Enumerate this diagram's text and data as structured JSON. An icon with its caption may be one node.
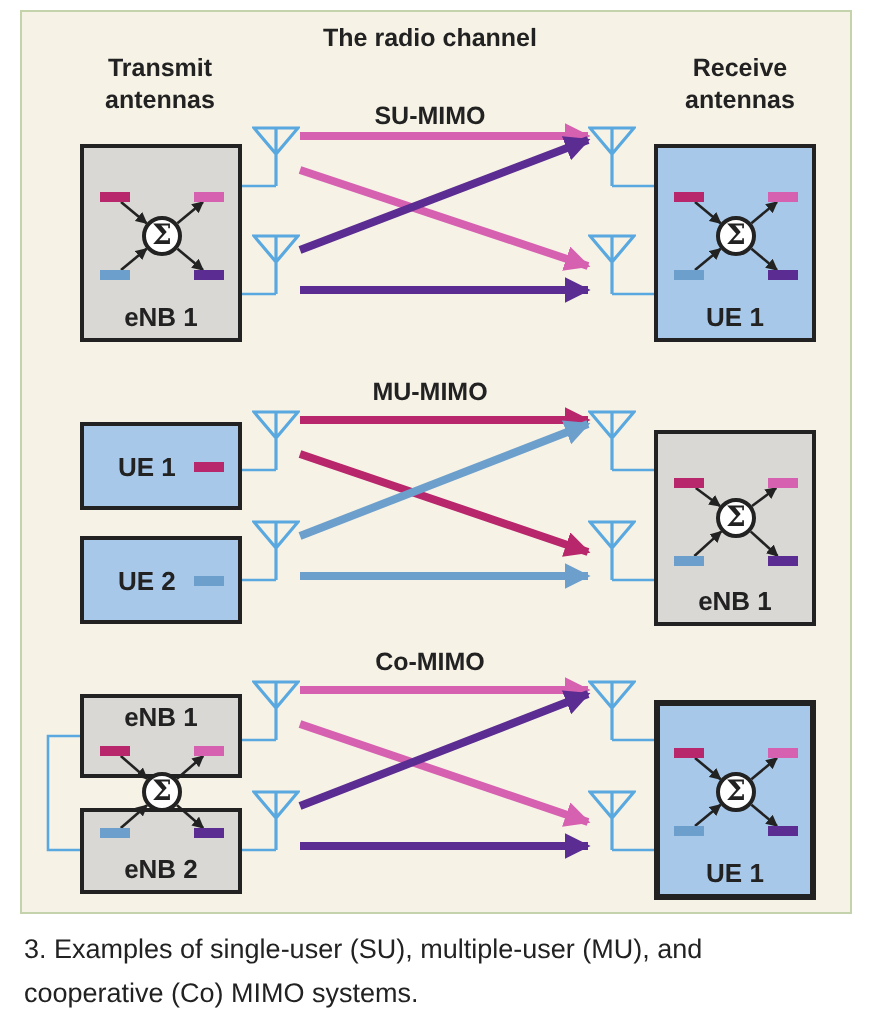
{
  "diagram": {
    "caption": "3. Examples of single-user (SU), multiple-user (MU), and cooperative (Co) MIMO systems.",
    "nodes": [
      {
        "text": [
          "eNB 1"
        ]
      },
      {
        "text": [
          "Σ"
        ],
        "in": 0
      },
      {
        "text": [],
        "shape": "bar",
        "in": 0
      },
      {
        "text": [],
        "shape": "bar",
        "in": 0
      },
      {
        "text": [],
        "shape": "bar",
        "in": 0
      },
      {
        "text": [],
        "shape": "bar",
        "in": 0
      },
      {
        "text": [],
        "shape": "antenna"
      },
      {
        "text": [],
        "shape": "antenna"
      },
      {
        "text": [],
        "shape": "antenna"
      },
      {
        "text": [],
        "shape": "antenna"
      },
      {
        "text": [
          "UE 1"
        ]
      },
      {
        "text": [
          "Σ"
        ],
        "in": 10
      },
      {
        "text": [],
        "shape": "bar",
        "in": 10
      },
      {
        "text": [],
        "shape": "bar",
        "in": 10
      },
      {
        "text": [],
        "shape": "bar",
        "in": 10
      },
      {
        "text": [],
        "shape": "bar",
        "in": 10
      },
      {
        "text": [
          "UE 1"
        ]
      },
      {
        "text": [],
        "shape": "bar",
        "in": 16
      },
      {
        "text": [
          "UE 2"
        ]
      },
      {
        "text": [],
        "shape": "bar",
        "in": 18
      },
      {
        "text": [],
        "shape": "antenna"
      },
      {
        "text": [],
        "shape": "antenna"
      },
      {
        "text": [],
        "shape": "antenna"
      },
      {
        "text": [],
        "shape": "antenna"
      },
      {
        "text": [
          "eNB 1"
        ]
      },
      {
        "text": [
          "Σ"
        ],
        "in": 24
      },
      {
        "text": [],
        "shape": "bar",
        "in": 24
      },
      {
        "text": [],
        "shape": "bar",
        "in": 24
      },
      {
        "text": [],
        "shape": "bar",
        "in": 24
      },
      {
        "text": [],
        "shape": "bar",
        "in": 24
      },
      {
        "text": [
          "eNB 1"
        ]
      },
      {
        "text": [
          "eNB 2"
        ]
      },
      {
        "text": [
          "Σ"
        ]
      },
      {
        "text": [],
        "shape": "bar",
        "in": 30
      },
      {
        "text": [],
        "shape": "bar",
        "in": 30
      },
      {
        "text": [],
        "shape": "bar",
        "in": 31
      },
      {
        "text": [],
        "shape": "bar",
        "in": 31
      },
      {
        "text": [],
        "shape": "antenna"
      },
      {
        "text": [],
        "shape": "antenna"
      },
      {
        "text": [],
        "shape": "antenna"
      },
      {
        "text": [],
        "shape": "antenna"
      },
      {
        "text": [
          "UE 1"
        ]
      },
      {
        "text": [
          "Σ"
        ],
        "in": 41
      },
      {
        "text": [],
        "shape": "bar",
        "in": 41
      },
      {
        "text": [],
        "shape": "bar",
        "in": 41
      },
      {
        "text": [],
        "shape": "bar",
        "in": 41
      },
      {
        "text": [],
        "shape": "bar",
        "in": 41
      }
    ],
    "edges": [
      {
        "from": 2,
        "to": 1,
        "arrow": "to"
      },
      {
        "from": 4,
        "to": 1,
        "arrow": "to"
      },
      {
        "from": 1,
        "to": 3,
        "arrow": "to"
      },
      {
        "from": 1,
        "to": 5,
        "arrow": "to"
      },
      {
        "from": 0,
        "to": 6,
        "arrow": "none",
        "color": "#5aa8e0"
      },
      {
        "from": 0,
        "to": 7,
        "arrow": "none",
        "color": "#5aa8e0"
      },
      {
        "from": 6,
        "to": 8,
        "arrow": "to",
        "style": "thick",
        "color": "#d661b0"
      },
      {
        "from": 6,
        "to": 9,
        "arrow": "to",
        "style": "thick",
        "color": "#d661b0"
      },
      {
        "from": 7,
        "to": 8,
        "arrow": "to",
        "style": "thick",
        "color": "#5b2c91"
      },
      {
        "from": 7,
        "to": 9,
        "arrow": "to",
        "style": "thick",
        "color": "#5b2c91"
      },
      {
        "from": 8,
        "to": 10,
        "arrow": "none",
        "color": "#5aa8e0"
      },
      {
        "from": 9,
        "to": 10,
        "arrow": "none",
        "color": "#5aa8e0"
      },
      {
        "from": 12,
        "to": 11,
        "arrow": "to"
      },
      {
        "from": 14,
        "to": 11,
        "arrow": "to"
      },
      {
        "from": 11,
        "to": 13,
        "arrow": "to"
      },
      {
        "from": 11,
        "to": 15,
        "arrow": "to"
      },
      {
        "from": 16,
        "to": 20,
        "arrow": "none",
        "color": "#5aa8e0"
      },
      {
        "from": 18,
        "to": 21,
        "arrow": "none",
        "color": "#5aa8e0"
      },
      {
        "from": 20,
        "to": 22,
        "arrow": "to",
        "style": "thick",
        "color": "#b8266b"
      },
      {
        "from": 20,
        "to": 23,
        "arrow": "to",
        "style": "thick",
        "color": "#b8266b"
      },
      {
        "from": 21,
        "to": 22,
        "arrow": "to",
        "style": "thick",
        "color": "#6d9fcc"
      },
      {
        "from": 21,
        "to": 23,
        "arrow": "to",
        "style": "thick",
        "color": "#6d9fcc"
      },
      {
        "from": 22,
        "to": 24,
        "arrow": "none",
        "color": "#5aa8e0"
      },
      {
        "from": 23,
        "to": 24,
        "arrow": "none",
        "color": "#5aa8e0"
      },
      {
        "from": 26,
        "to": 25,
        "arrow": "to"
      },
      {
        "from": 28,
        "to": 25,
        "arrow": "to"
      },
      {
        "from": 25,
        "to": 27,
        "arrow": "to"
      },
      {
        "from": 25,
        "to": 29,
        "arrow": "to"
      },
      {
        "from": 30,
        "to": 31,
        "arrow": "none",
        "color": "#5aa8e0"
      },
      {
        "from": 33,
        "to": 32,
        "arrow": "to"
      },
      {
        "from": 35,
        "to": 32,
        "arrow": "to"
      },
      {
        "from": 32,
        "to": 34,
        "arrow": "to"
      },
      {
        "from": 32,
        "to": 36,
        "arrow": "to"
      },
      {
        "from": 30,
        "to": 37,
        "arrow": "none",
        "color": "#5aa8e0"
      },
      {
        "from": 31,
        "to": 38,
        "arrow": "none",
        "color": "#5aa8e0"
      },
      {
        "from": 37,
        "to": 39,
        "arrow": "to",
        "style": "thick",
        "color": "#d661b0"
      },
      {
        "from": 37,
        "to": 40,
        "arrow": "to",
        "style": "thick",
        "color": "#d661b0"
      },
      {
        "from": 38,
        "to": 39,
        "arrow": "to",
        "style": "thick",
        "color": "#5b2c91"
      },
      {
        "from": 38,
        "to": 40,
        "arrow": "to",
        "style": "thick",
        "color": "#5b2c91"
      },
      {
        "from": 39,
        "to": 41,
        "arrow": "none",
        "color": "#5aa8e0"
      },
      {
        "from": 40,
        "to": 41,
        "arrow": "none",
        "color": "#5aa8e0"
      },
      {
        "from": 43,
        "to": 42,
        "arrow": "to"
      },
      {
        "from": 45,
        "to": 42,
        "arrow": "to"
      },
      {
        "from": 42,
        "to": 44,
        "arrow": "to"
      },
      {
        "from": 42,
        "to": 46,
        "arrow": "to"
      }
    ],
    "labels": [
      "The radio channel",
      "Transmit antennas",
      "Receive antennas",
      "SU-MIMO",
      "MU-MIMO",
      "Co-MIMO"
    ]
  }
}
